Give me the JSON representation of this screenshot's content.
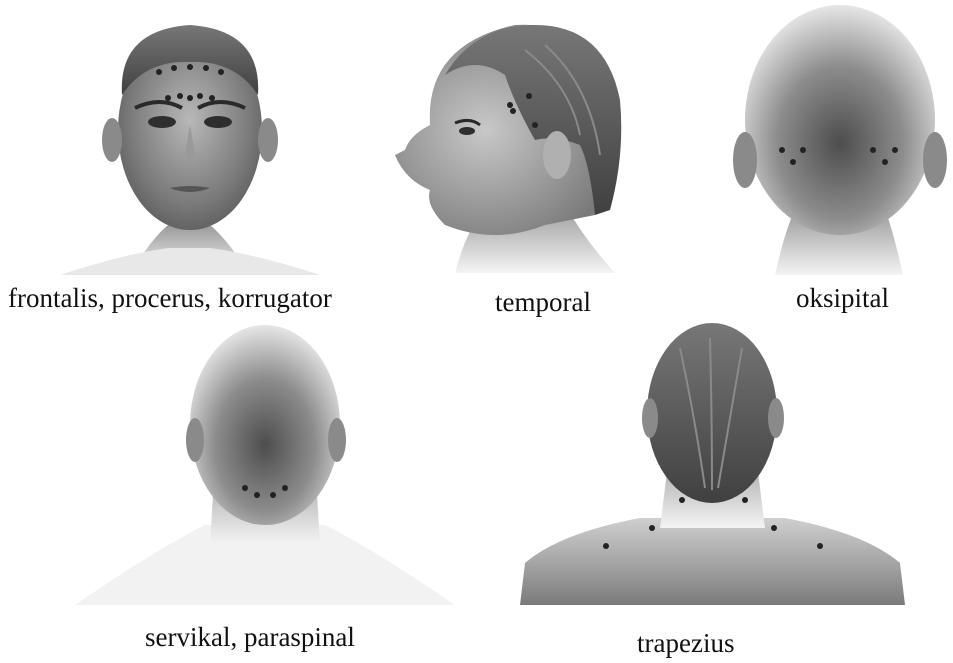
{
  "figure": {
    "panels": [
      {
        "id": "frontal",
        "caption": "frontalis, procerus, korrugator",
        "view": "front",
        "sites_shown": 10
      },
      {
        "id": "temporal",
        "caption": "temporal",
        "view": "left-profile",
        "sites_shown": 4
      },
      {
        "id": "oksipital",
        "caption": "oksipital",
        "view": "back",
        "sites_shown": 6
      },
      {
        "id": "servikal",
        "caption": "servikal, paraspinal",
        "view": "back",
        "sites_shown": 4
      },
      {
        "id": "trapezius",
        "caption": "trapezius",
        "view": "back-with-shoulders",
        "sites_shown": 6
      }
    ]
  },
  "colors": {
    "skin_light": "#f2f2f2",
    "skin_mid": "#a9a9a9",
    "skin_dark": "#4a4a4a",
    "hair": "#5e5e5e",
    "injection_marker": "#222222"
  }
}
